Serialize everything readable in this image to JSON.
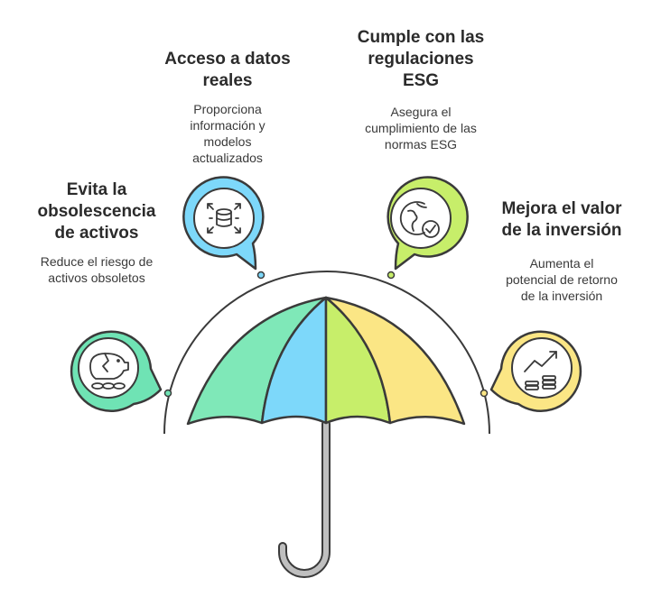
{
  "items": [
    {
      "id": "obsolescence",
      "title": [
        "Evita la",
        "obsolescencia",
        "de activos"
      ],
      "description": [
        "Reduce el riesgo de",
        "activos obsoletos"
      ],
      "icon": "piggy-bank-icon",
      "color": "#6FE3B4"
    },
    {
      "id": "data-access",
      "title": [
        "Acceso a datos",
        "reales"
      ],
      "description": [
        "Proporciona",
        "información y",
        "modelos",
        "actualizados"
      ],
      "icon": "database-icon",
      "color": "#7DD8FA"
    },
    {
      "id": "esg",
      "title": [
        "Cumple con las",
        "regulaciones",
        "ESG"
      ],
      "description": [
        "Asegura el",
        "cumplimiento de las",
        "normas ESG"
      ],
      "icon": "globe-check-icon",
      "color": "#C7EE6A"
    },
    {
      "id": "investment-value",
      "title": [
        "Mejora el valor",
        "de la inversión"
      ],
      "description": [
        "Aumenta el",
        "potencial de retorno",
        "de la inversión"
      ],
      "icon": "growth-chart-coins-icon",
      "color": "#FBE685"
    }
  ],
  "umbrella": {
    "panel_colors": [
      "#7FE8B8",
      "#7DD8FA",
      "#C7EE6A",
      "#FBE685"
    ],
    "handle_color": "#BFBFBF"
  }
}
